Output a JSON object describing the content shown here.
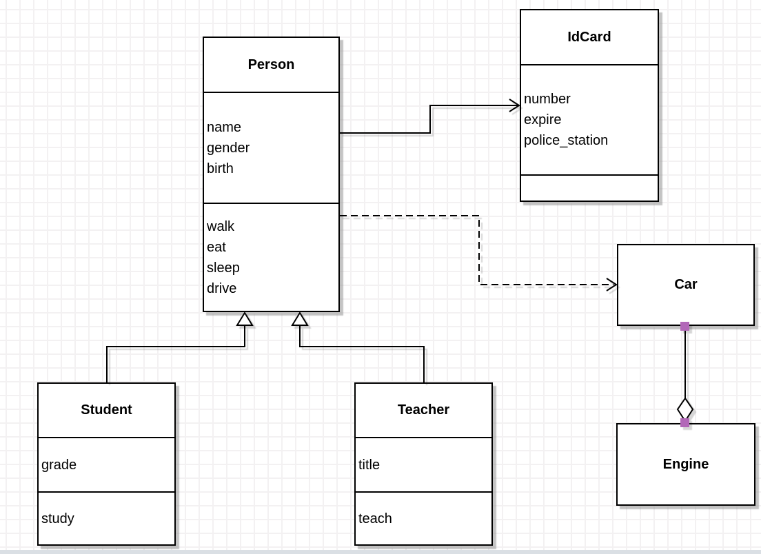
{
  "diagram": {
    "type": "uml-class-diagram",
    "classes": {
      "person": {
        "title": "Person",
        "attributes": [
          "name",
          "gender",
          "birth"
        ],
        "methods": [
          "walk",
          "eat",
          "sleep",
          "drive"
        ]
      },
      "idcard": {
        "title": "IdCard",
        "attributes": [
          "number",
          "expire",
          "police_station"
        ],
        "methods": []
      },
      "car": {
        "title": "Car"
      },
      "engine": {
        "title": "Engine"
      },
      "student": {
        "title": "Student",
        "attributes": [
          "grade"
        ],
        "methods": [
          "study"
        ]
      },
      "teacher": {
        "title": "Teacher",
        "attributes": [
          "title"
        ],
        "methods": [
          "teach"
        ]
      }
    },
    "relationships": [
      {
        "from": "Person",
        "to": "IdCard",
        "type": "association",
        "line": "solid",
        "arrow": "open"
      },
      {
        "from": "Person",
        "to": "Car",
        "type": "dependency",
        "line": "dashed",
        "arrow": "open"
      },
      {
        "from": "Student",
        "to": "Person",
        "type": "generalization",
        "line": "solid",
        "arrow": "hollow-triangle"
      },
      {
        "from": "Teacher",
        "to": "Person",
        "type": "generalization",
        "line": "solid",
        "arrow": "hollow-triangle"
      },
      {
        "from": "Car",
        "to": "Engine",
        "type": "aggregation",
        "line": "solid",
        "marker": "hollow-diamond"
      }
    ],
    "colors": {
      "box_border": "#000000",
      "box_fill": "#ffffff",
      "endpoint_handle": "#b268b8",
      "grid_line": "#f3f1f2",
      "bottom_bar": "#dadfe4"
    }
  }
}
